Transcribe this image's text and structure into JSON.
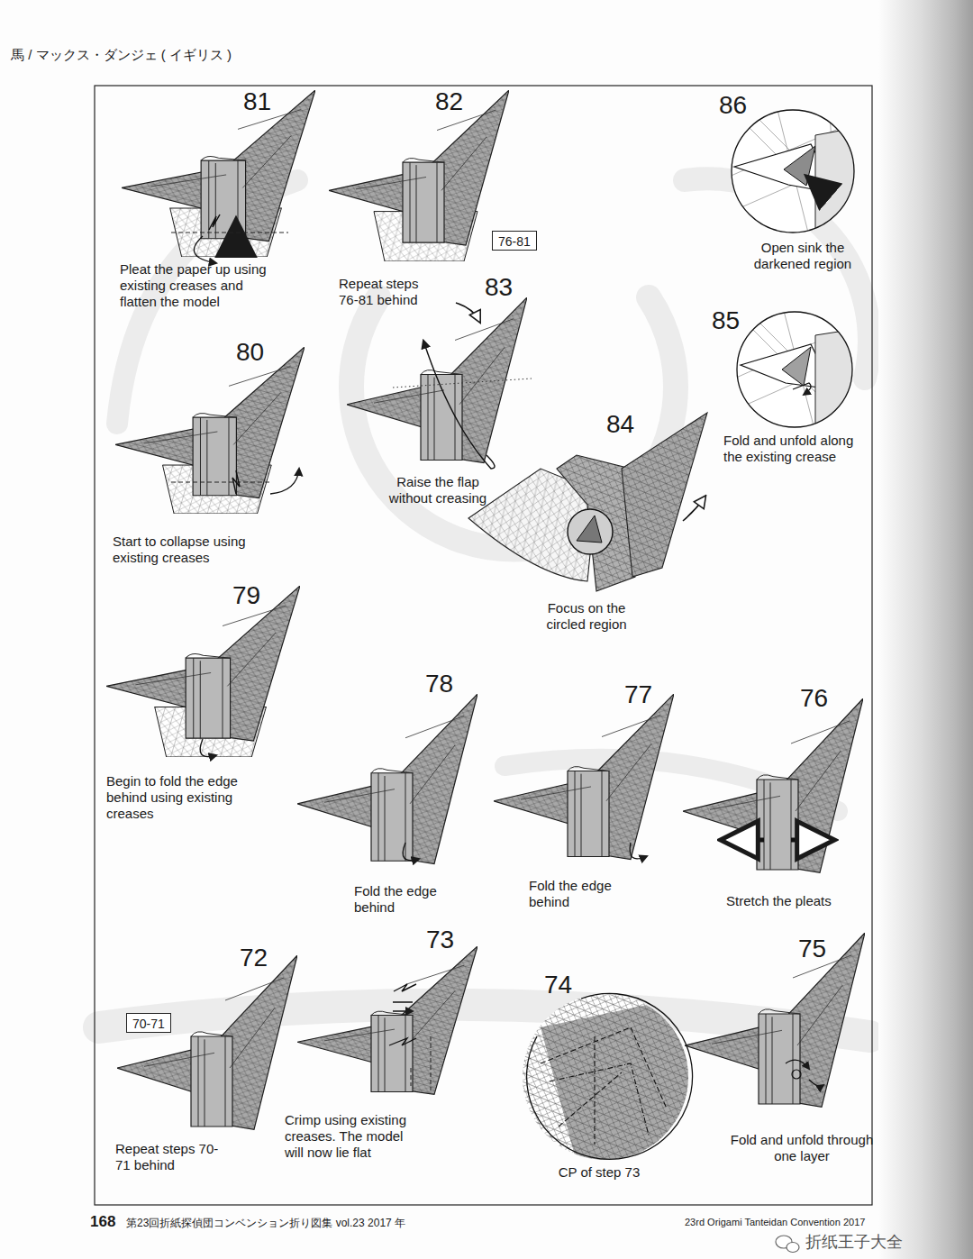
{
  "diagram": {
    "nodes": [
      {
        "text": [
          "76-81"
        ]
      },
      {
        "text": [
          "70-71"
        ]
      }
    ],
    "labels": [
      "馬 / マックス・ダンジェ ( イギリス )",
      "81",
      "Pleat the paper up using existing creases and flatten the model",
      "82",
      "Repeat steps 76-81 behind",
      "83",
      "86",
      "Open sink the darkened region",
      "85",
      "Fold and unfold along the existing crease",
      "80",
      "84",
      "Raise the flap without creasing",
      "Start to collapse using existing creases",
      "Focus on the circled region",
      "79",
      "78",
      "77",
      "76",
      "Begin to fold the edge behind using existing creases",
      "Fold the edge behind",
      "Fold the edge behind",
      "Stretch the pleats",
      "72",
      "73",
      "74",
      "75",
      "Repeat steps 70-71 behind",
      "Crimp using existing creases. The model will now lie flat",
      "CP of step 73",
      "Fold and unfold through one layer",
      "168",
      "第23回折紙探偵団コンベンション折り図集 vol.23 2017 年",
      "23rd Origami Tanteidan Convention 2017",
      "折纸王子大全"
    ]
  }
}
